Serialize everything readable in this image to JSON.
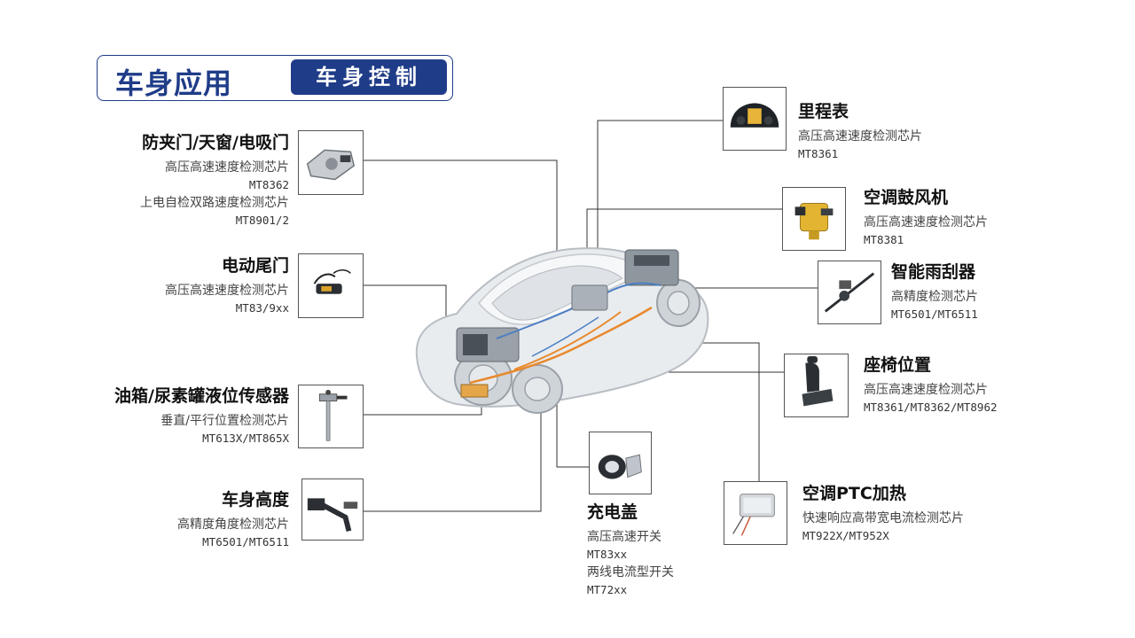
{
  "header": {
    "title": "车身应用",
    "subtitle": "车身控制"
  },
  "colors": {
    "brand": "#1f3c88",
    "line": "#333333"
  },
  "items": [
    {
      "id": "door",
      "title": "防夹门/天窗/电吸门",
      "lines": [
        "高压高速速度检测芯片",
        "MT8362",
        "上电自检双路速度检测芯片",
        "MT8901/2"
      ]
    },
    {
      "id": "tailgate",
      "title": "电动尾门",
      "lines": [
        "高压高速速度检测芯片",
        "MT83/9xx"
      ]
    },
    {
      "id": "tank",
      "title": "油箱/尿素罐液位传感器",
      "lines": [
        "垂直/平行位置检测芯片",
        "MT613X/MT865X"
      ]
    },
    {
      "id": "height",
      "title": "车身高度",
      "lines": [
        "高精度角度检测芯片",
        "MT6501/MT6511"
      ]
    },
    {
      "id": "charge",
      "title": "充电盖",
      "lines": [
        "高压高速开关",
        "MT83xx",
        "两线电流型开关",
        "MT72xx"
      ]
    },
    {
      "id": "odometer",
      "title": "里程表",
      "lines": [
        "高压高速速度检测芯片",
        "MT8361"
      ]
    },
    {
      "id": "blower",
      "title": "空调鼓风机",
      "lines": [
        "高压高速速度检测芯片",
        "MT8381"
      ]
    },
    {
      "id": "wiper",
      "title": "智能雨刮器",
      "lines": [
        "高精度检测芯片",
        "MT6501/MT6511"
      ]
    },
    {
      "id": "seat",
      "title": "座椅位置",
      "lines": [
        "高压高速速度检测芯片",
        "MT8361/MT8362/MT8962"
      ]
    },
    {
      "id": "ptc",
      "title": "空调PTC加热",
      "lines": [
        "快速响应高带宽电流检测芯片",
        "MT922X/MT952X"
      ]
    }
  ]
}
